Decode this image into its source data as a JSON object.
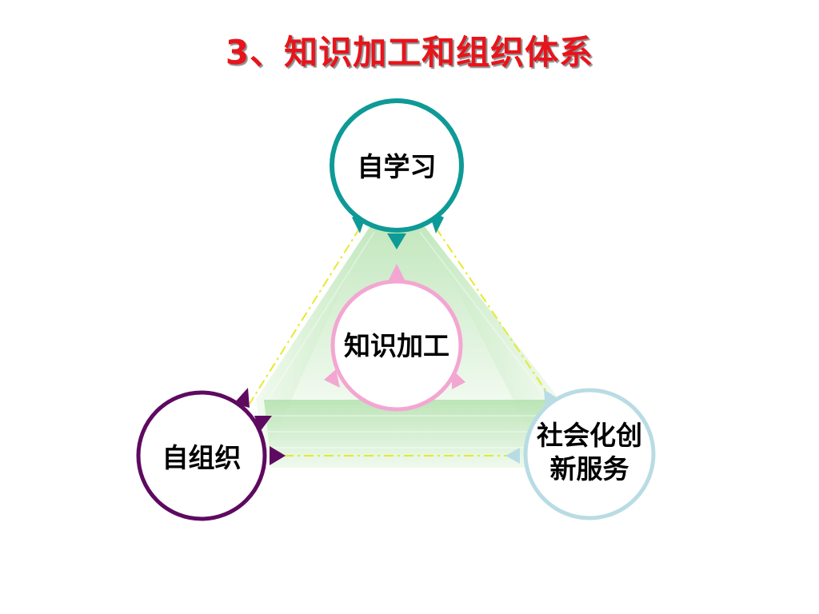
{
  "title": "3、知识加工和组织体系",
  "nodes": {
    "top": {
      "label": "自学习",
      "color": "#0e9a96"
    },
    "center": {
      "label": "知识加工",
      "color": "#f4a6d2"
    },
    "left": {
      "label": "自组织",
      "color": "#5e0a60"
    },
    "right": {
      "label_line1": "社会化创",
      "label_line2": "新服务",
      "color": "#b9dce4"
    }
  },
  "colors": {
    "fill": "#c8ebc4",
    "dashed_line": "#e6ea2c",
    "title": "#e8141b"
  }
}
